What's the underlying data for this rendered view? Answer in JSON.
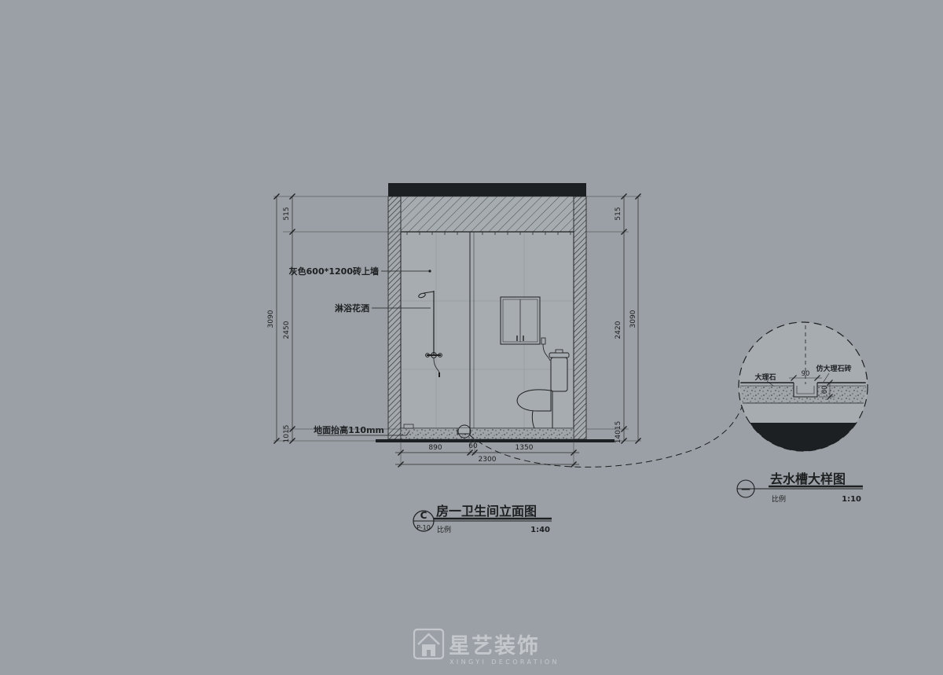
{
  "colors": {
    "background": "#9aa0a5",
    "line": "#1f1f1f"
  },
  "elevation": {
    "callouts": {
      "wall_tile": "灰色600*1200砖上墙",
      "shower": "淋浴花洒",
      "floor_raise": "地面抬高110mm"
    },
    "dims": {
      "left_total": "3090",
      "left_top": "515",
      "left_mid": "2450",
      "left_bottom": "1015",
      "right_total": "3090",
      "right_top": "515",
      "right_mid": "2420",
      "right_bottom": "14015",
      "bottom_seg1": "890",
      "bottom_seg2": "60",
      "bottom_seg3": "1350",
      "bottom_total": "2300"
    },
    "title": {
      "bubble_letter": "C",
      "bubble_ref": "P-10",
      "name": "房一卫生间立面图",
      "scale_label": "比例",
      "scale_value": "1:40"
    }
  },
  "detail": {
    "labels": {
      "marble": "大理石",
      "tile": "仿大理石砖"
    },
    "dims": {
      "width": "90",
      "depth": "60"
    },
    "title": {
      "bubble_mark": "—",
      "name": "去水槽大样图",
      "scale_label": "比例",
      "scale_value": "1:10"
    }
  },
  "watermark": {
    "name_cn": "星艺装饰",
    "name_en": "XINGYI DECORATION"
  }
}
